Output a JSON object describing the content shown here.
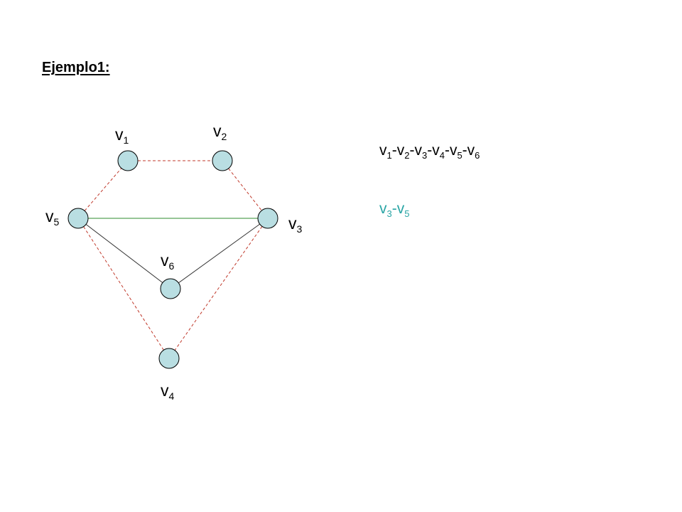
{
  "title": "Ejemplo1:",
  "colors": {
    "node_fill": "#b9dee2",
    "node_stroke": "#000000",
    "path_edge": "#c0392b",
    "chord_edge": "#2e8b2e",
    "plain_edge": "#333333",
    "highlight_text": "#2aa5a5"
  },
  "graph": {
    "nodes": [
      {
        "id": "v1",
        "base": "v",
        "sub": "1"
      },
      {
        "id": "v2",
        "base": "v",
        "sub": "2"
      },
      {
        "id": "v3",
        "base": "v",
        "sub": "3"
      },
      {
        "id": "v4",
        "base": "v",
        "sub": "4"
      },
      {
        "id": "v5",
        "base": "v",
        "sub": "5"
      },
      {
        "id": "v6",
        "base": "v",
        "sub": "6"
      }
    ],
    "edges": [
      {
        "from": "v1",
        "to": "v2",
        "style": "dashed"
      },
      {
        "from": "v2",
        "to": "v3",
        "style": "dashed"
      },
      {
        "from": "v3",
        "to": "v4",
        "style": "dashed"
      },
      {
        "from": "v4",
        "to": "v5",
        "style": "dashed"
      },
      {
        "from": "v5",
        "to": "v1",
        "style": "dashed"
      },
      {
        "from": "v5",
        "to": "v3",
        "style": "solid-green"
      },
      {
        "from": "v5",
        "to": "v6",
        "style": "solid"
      },
      {
        "from": "v6",
        "to": "v3",
        "style": "solid"
      }
    ]
  },
  "paths": {
    "hamilton": [
      {
        "base": "v",
        "sub": "1"
      },
      {
        "base": "v",
        "sub": "2"
      },
      {
        "base": "v",
        "sub": "3"
      },
      {
        "base": "v",
        "sub": "4"
      },
      {
        "base": "v",
        "sub": "5"
      },
      {
        "base": "v",
        "sub": "6"
      }
    ],
    "extra": [
      {
        "base": "v",
        "sub": "3"
      },
      {
        "base": "v",
        "sub": "5"
      }
    ],
    "separator": "-"
  }
}
